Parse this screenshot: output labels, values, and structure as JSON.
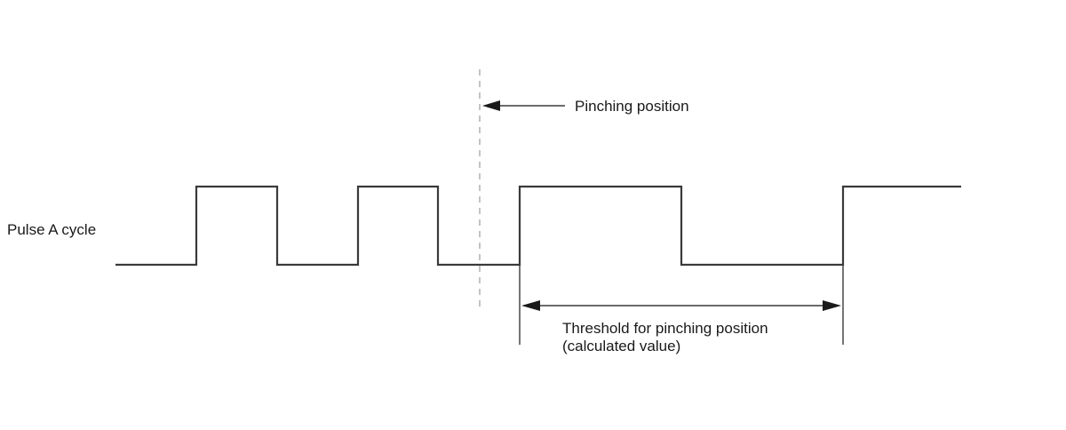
{
  "diagram": {
    "signal_label": "Pulse A cycle",
    "marker_label": "Pinching position",
    "threshold_label": {
      "line1": "Threshold for pinching position",
      "line2": "(calculated value)"
    },
    "colors": {
      "waveform": "#3a3a3a",
      "marker_dashed_line": "#b5b5b5",
      "text": "#1a1a1a"
    }
  }
}
